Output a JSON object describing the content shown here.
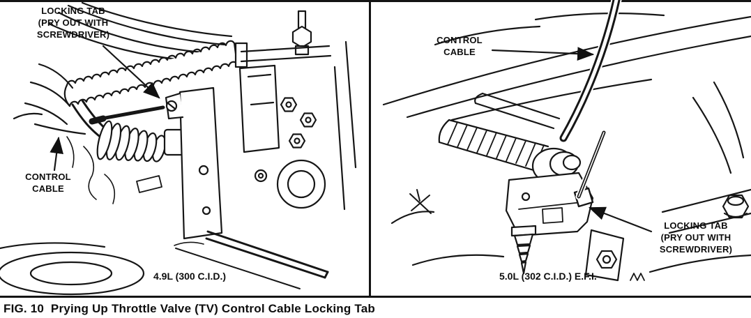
{
  "figure": {
    "caption": "FIG. 10  Prying Up Throttle Valve (TV) Control Cable Locking Tab"
  },
  "left_panel": {
    "engine_label": "4.9L (300 C.I.D.)",
    "locking_tab_label": "LOCKING TAB\n(PRY OUT WITH\nSCREWDRIVER)",
    "control_cable_label": "CONTROL\nCABLE"
  },
  "right_panel": {
    "engine_label": "5.0L (302 C.I.D.) E.F.I.",
    "control_cable_label": "CONTROL\nCABLE",
    "locking_tab_label": "LOCKING TAB\n(PRY OUT WITH\nSCREWDRIVER)"
  }
}
